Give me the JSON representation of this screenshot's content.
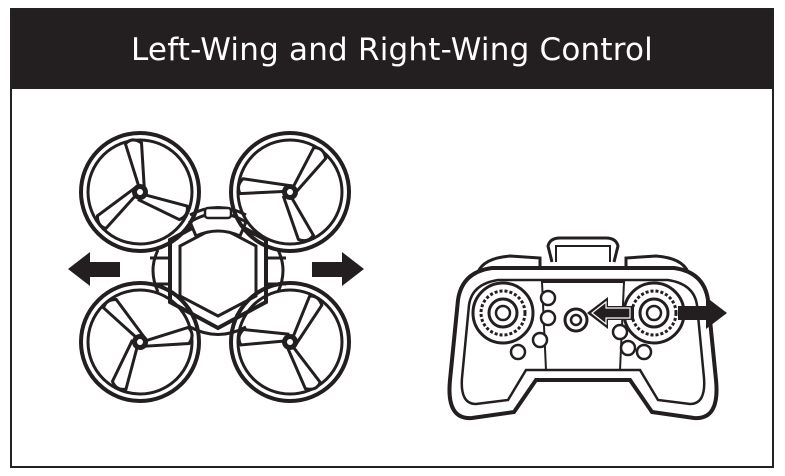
{
  "header": {
    "title": "Left-Wing and Right-Wing Control"
  },
  "illustrations": {
    "drone": {
      "icon": "quadcopter-drone-icon",
      "motion": "left-right"
    },
    "controller": {
      "icon": "remote-controller-icon",
      "active_stick": "right-stick",
      "motion": "left-right"
    }
  },
  "colors": {
    "title_bar": "#231f20",
    "title_text": "#ffffff",
    "line_art": "#231f20"
  }
}
